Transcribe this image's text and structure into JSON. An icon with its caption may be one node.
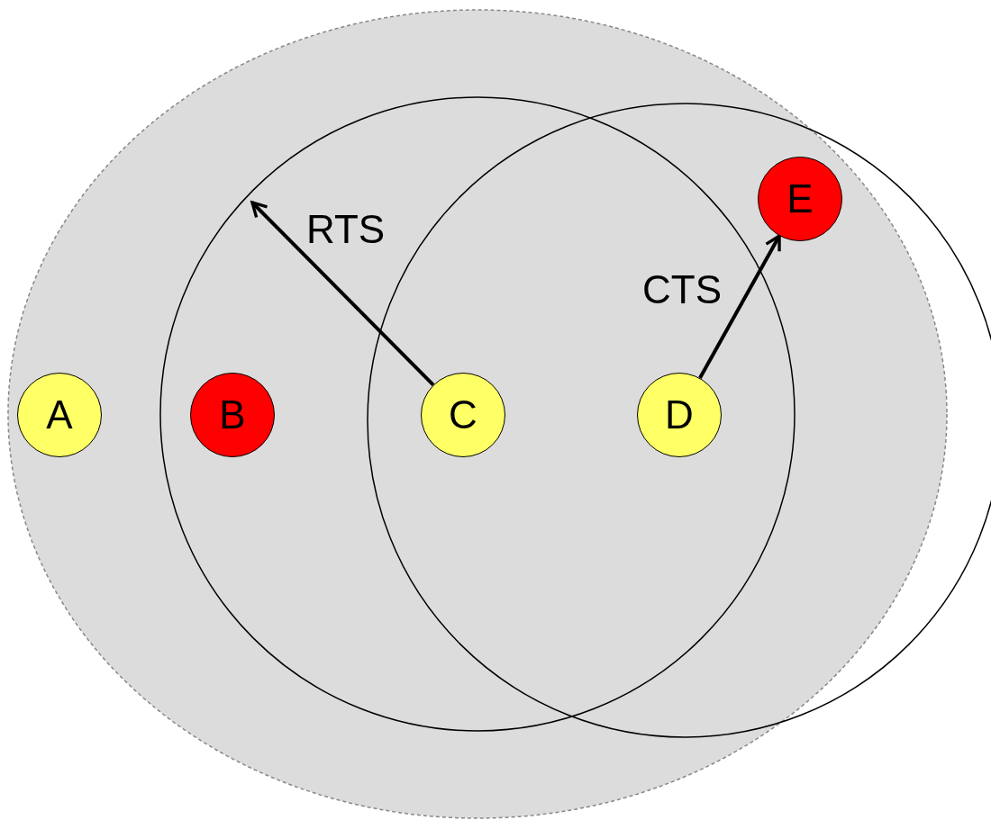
{
  "diagram": {
    "nodes": [
      {
        "text": [
          "A"
        ]
      },
      {
        "text": [
          "B"
        ]
      },
      {
        "text": [
          "C"
        ]
      },
      {
        "text": [
          "D"
        ]
      },
      {
        "text": [
          "E"
        ]
      }
    ],
    "edges": [
      {
        "from": 2,
        "to": null,
        "arrow": "to",
        "label": "RTS"
      },
      {
        "from": 3,
        "to": 4,
        "arrow": "to",
        "label": "CTS"
      }
    ]
  }
}
